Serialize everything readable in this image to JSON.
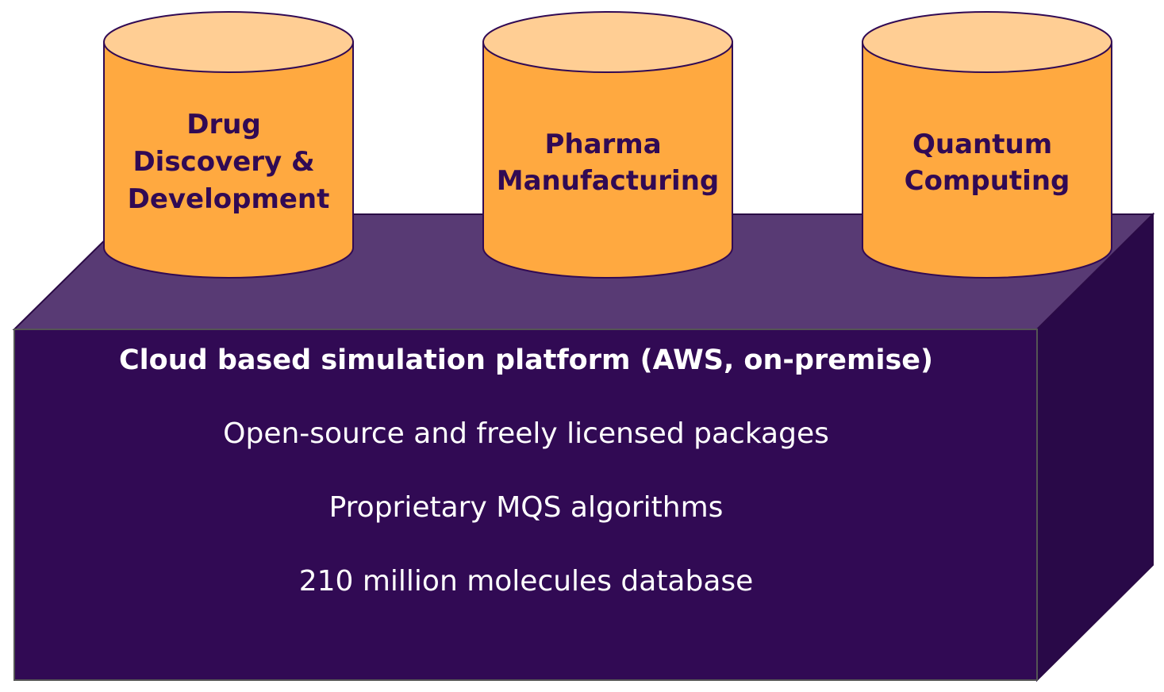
{
  "colors": {
    "box_front": "#310A54",
    "box_top": "#583A74",
    "box_side": "#290948",
    "cylinder_fill": "#FFA940",
    "cylinder_top": "#FFCE94",
    "cylinder_stroke": "#310A54",
    "cylinder_text": "#310A54",
    "platform_text": "#FFFFFF"
  },
  "cylinders": [
    {
      "icon": "cylinder-icon",
      "lines": [
        "Drug",
        "Discovery &",
        "Development"
      ]
    },
    {
      "icon": "cylinder-icon",
      "lines": [
        "Pharma",
        "Manufacturing"
      ]
    },
    {
      "icon": "cylinder-icon",
      "lines": [
        "Quantum",
        "Computing"
      ]
    }
  ],
  "platform": {
    "icon": "box-icon",
    "title": "Cloud based simulation platform (AWS, on-premise)",
    "lines": [
      "Open-source and freely licensed packages",
      "Proprietary MQS algorithms",
      "210 million molecules database"
    ]
  }
}
